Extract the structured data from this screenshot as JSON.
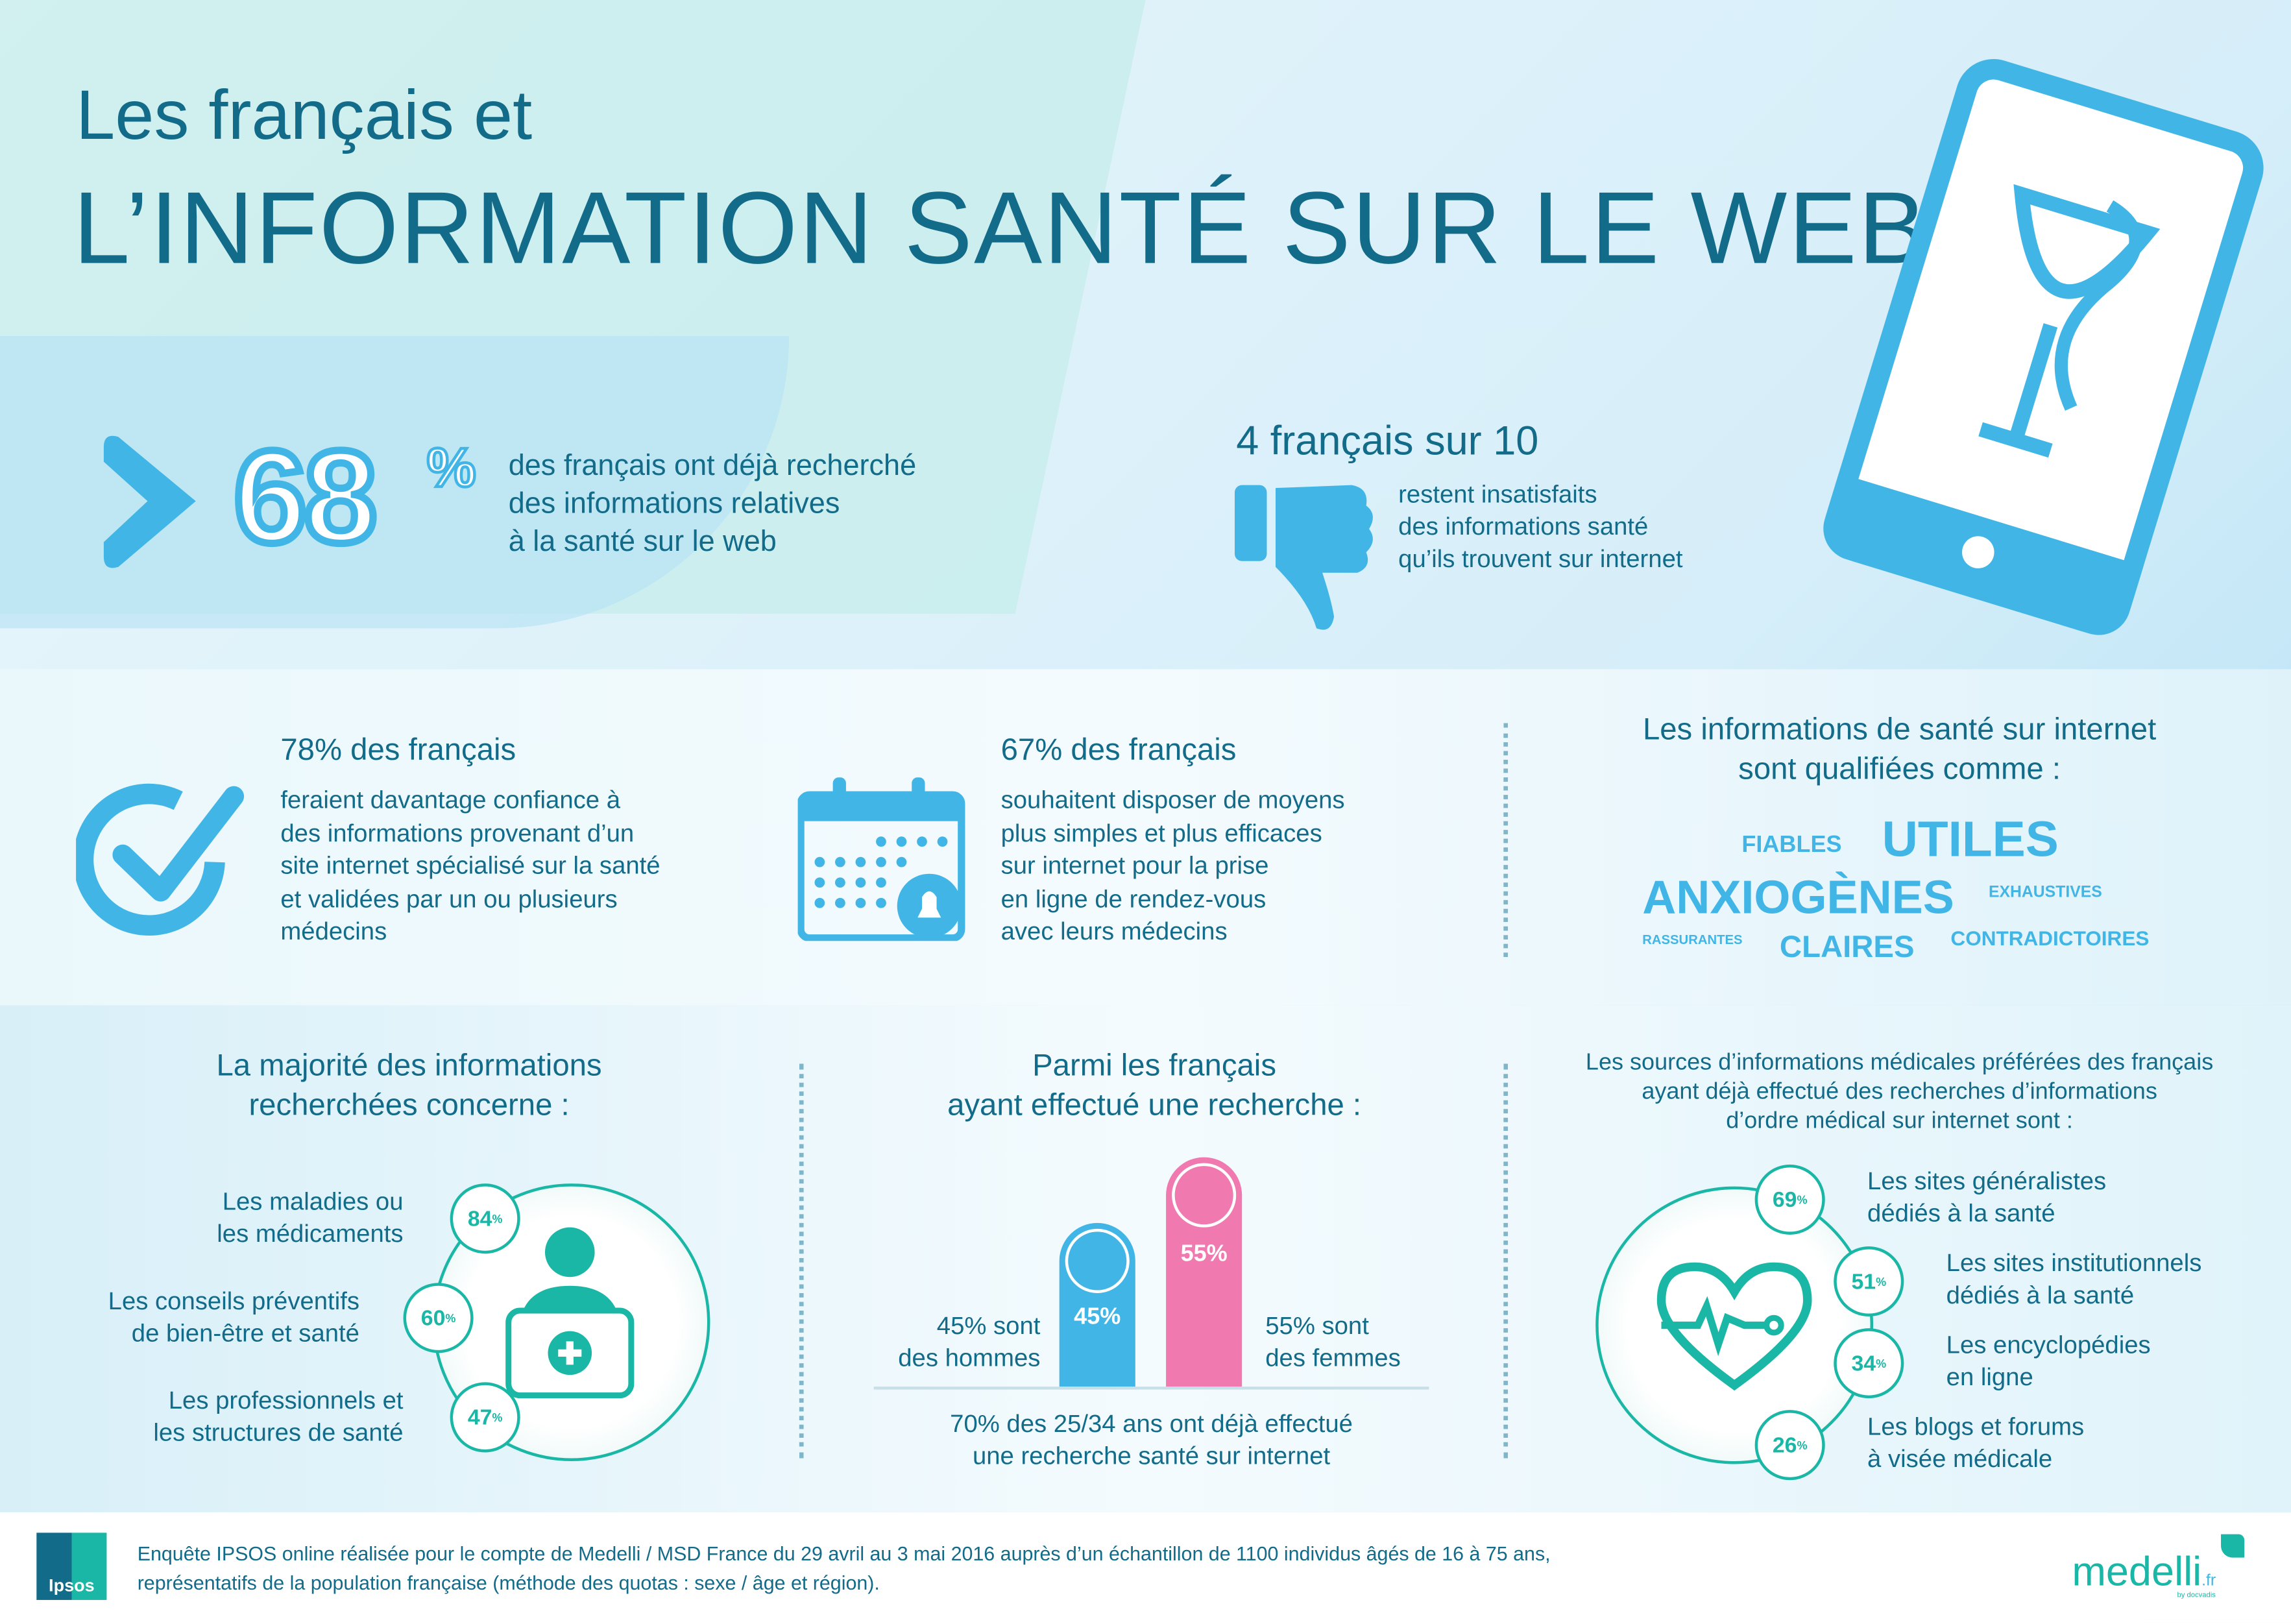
{
  "title": {
    "line1": "Les français et",
    "line2": "L’INFORMATION SANTÉ SUR LE WEB"
  },
  "stat68": {
    "value": "68",
    "unit": "%",
    "text": [
      "des français ont déjà recherché",
      "des informations relatives",
      "à la santé sur le web"
    ]
  },
  "stat4sur10": {
    "headline": "4 français sur 10",
    "text": [
      "restent insatisfaits",
      "des informations santé",
      "qu’ils trouvent sur internet"
    ]
  },
  "stat78": {
    "headline": "78% des français",
    "text": [
      "feraient davantage confiance à",
      "des informations provenant d’un",
      "site internet spécialisé sur la santé",
      "et validées par un ou plusieurs",
      "médecins"
    ]
  },
  "stat67": {
    "headline": "67% des français",
    "text": [
      "souhaitent disposer de moyens",
      "plus simples et plus efficaces",
      "sur internet pour la prise",
      "en ligne de rendez-vous",
      "avec leurs médecins"
    ]
  },
  "qualif": {
    "title": [
      "Les informations de santé sur internet",
      "sont qualifiées comme :"
    ],
    "words": [
      "FIABLES",
      "UTILES",
      "ANXIOGÈNES",
      "EXHAUSTIVES",
      "RASSURANTES",
      "CLAIRES",
      "CONTRADICTOIRES"
    ]
  },
  "majority": {
    "title": [
      "La majorité des informations",
      "recherchées concerne :"
    ],
    "items": [
      {
        "label": [
          "Les maladies ou",
          "les médicaments"
        ],
        "pct": "84",
        "value": 84
      },
      {
        "label": [
          "Les conseils préventifs",
          "de bien-être et santé"
        ],
        "pct": "60",
        "value": 60
      },
      {
        "label": [
          "Les professionnels et",
          "les structures de santé"
        ],
        "pct": "47",
        "value": 47
      }
    ],
    "pct_sign": "%"
  },
  "gender": {
    "title": [
      "Parmi les français",
      "ayant effectué une recherche :"
    ],
    "men": {
      "pct": "45%",
      "label": [
        "45% sont",
        "des hommes"
      ],
      "value": 45
    },
    "women": {
      "pct": "55%",
      "label": [
        "55% sont",
        "des femmes"
      ],
      "value": 55
    },
    "note": [
      "70% des 25/34 ans ont déjà effectué",
      "une recherche santé sur internet"
    ]
  },
  "sources": {
    "title": [
      "Les sources d’informations médicales préférées des français",
      "ayant déjà effectué des recherches d’informations",
      "d’ordre médical sur internet sont :"
    ],
    "items": [
      {
        "pct": "69",
        "label": [
          "Les sites généralistes",
          "dédiés à la santé"
        ]
      },
      {
        "pct": "51",
        "label": [
          "Les sites institutionnels",
          "dédiés à la santé"
        ]
      },
      {
        "pct": "34",
        "label": [
          "Les encyclopédies",
          "en ligne"
        ]
      },
      {
        "pct": "26",
        "label": [
          "Les blogs et forums",
          "à visée médicale"
        ]
      }
    ]
  },
  "footer": {
    "text": [
      "Enquête IPSOS online réalisée pour le compte de Medelli / MSD France du 29 avril au 3 mai 2016 auprès d’un échantillon de 1100 individus âgés de 16 à 75 ans,",
      "représentatifs de la population française (méthode des quotas : sexe / âge et région)."
    ],
    "ipsos": "Ipsos",
    "medelli": "medelli",
    "medelli_tld": ".fr",
    "medelli_sub": "by docvadis"
  },
  "colors": {
    "dark": "#136b8a",
    "blue": "#41b6e6",
    "teal": "#1ab7a6",
    "pink": "#f07ab0"
  }
}
